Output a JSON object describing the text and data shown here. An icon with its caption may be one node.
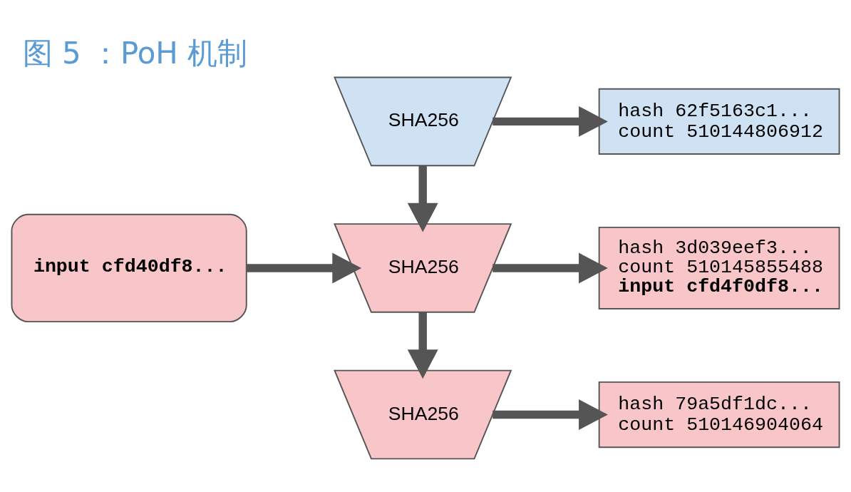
{
  "diagram": {
    "title": "图 5 ：PoH 机制",
    "nodes": [
      {
        "text": [
          "SHA256"
        ]
      },
      {
        "text": [
          "hash 62f5163c1...",
          "count 510144806912"
        ]
      },
      {
        "text": [
          "input cfd40df8..."
        ]
      },
      {
        "text": [
          "SHA256"
        ]
      },
      {
        "text": [
          "hash 3d039eef3...",
          "count 510145855488",
          "**input cfd4f0df8...**"
        ]
      },
      {
        "text": [
          "SHA256"
        ]
      },
      {
        "text": [
          "hash 79a5df1dc...",
          "count 510146904064"
        ]
      }
    ],
    "edges": [
      {
        "from": 0,
        "to": 1,
        "arrow": "to"
      },
      {
        "from": 0,
        "to": 3,
        "arrow": "to"
      },
      {
        "from": 2,
        "to": 3,
        "arrow": "to"
      },
      {
        "from": 3,
        "to": 4,
        "arrow": "to"
      },
      {
        "from": 3,
        "to": 5,
        "arrow": "to"
      },
      {
        "from": 5,
        "to": 6,
        "arrow": "to"
      }
    ]
  }
}
